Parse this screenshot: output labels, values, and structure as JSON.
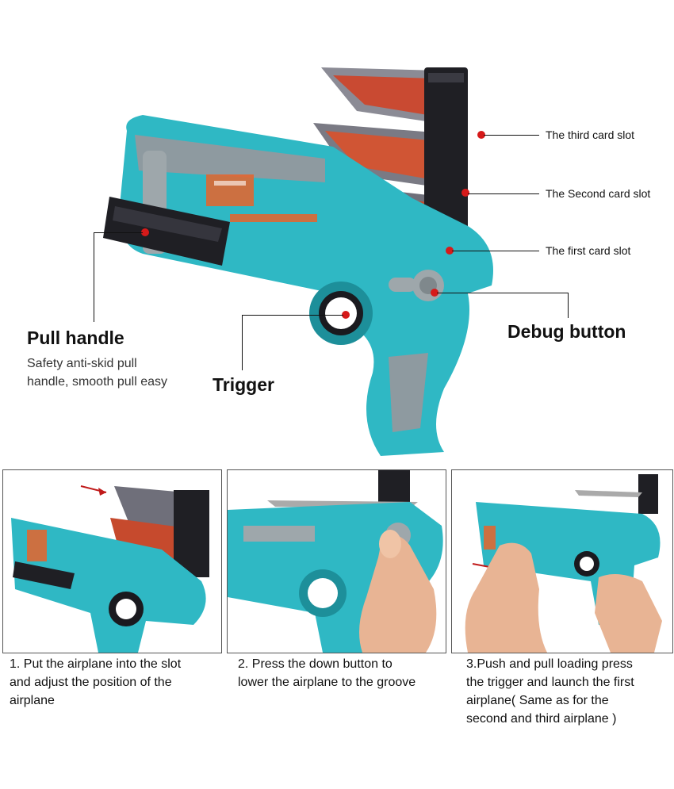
{
  "labels": {
    "third_slot": "The third card slot",
    "second_slot": "The Second card slot",
    "first_slot": "The first card slot",
    "pull_handle": {
      "title": "Pull handle",
      "desc_line1": "Safety anti-skid pull",
      "desc_line2": "handle, smooth pull easy"
    },
    "trigger": "Trigger",
    "debug_button": "Debug button"
  },
  "steps": [
    {
      "line1": "1. Put the airplane into the slot",
      "line2": "and adjust the position of the",
      "line3": "airplane"
    },
    {
      "line1": "2. Press the down button to",
      "line2": "lower the airplane to the groove"
    },
    {
      "line1": "3.Push and pull loading press",
      "line2": "the trigger and launch the first",
      "line3": "airplane( Same as for the",
      "line4": "second and third airplane )"
    }
  ],
  "colors": {
    "toy_body": "#2fb8c4",
    "toy_dark": "#1d8f9a",
    "accent_orange": "#e8632a",
    "slot_black": "#1f1f24",
    "marker_red": "#d61a1a",
    "gray_panel": "#9a9a9a"
  }
}
